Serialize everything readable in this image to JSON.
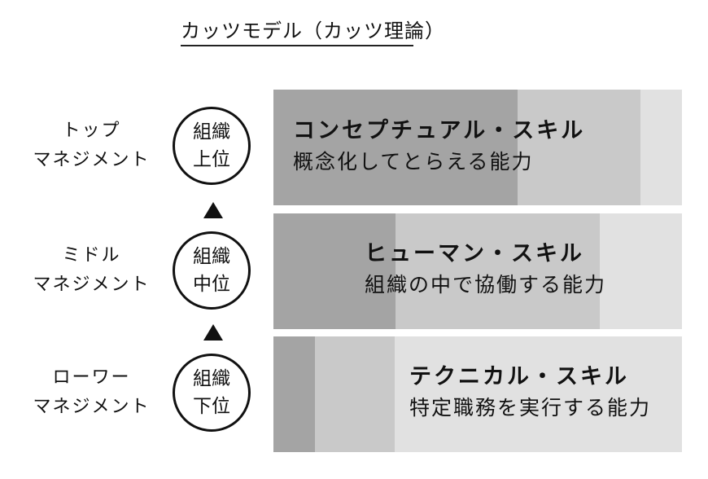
{
  "title": "カッツモデル（カッツ理論）",
  "colors": {
    "high": "#a4a4a4",
    "mid": "#c9c9c9",
    "low": "#e1e1e1"
  },
  "levels": [
    {
      "label_line1": "トップ",
      "label_line2": "マネジメント",
      "circle_line1": "組織",
      "circle_line2": "上位",
      "skill_title": "コンセプチュアル・スキル",
      "skill_desc": "概念化してとらえる能力"
    },
    {
      "label_line1": "ミドル",
      "label_line2": "マネジメント",
      "circle_line1": "組織",
      "circle_line2": "中位",
      "skill_title": "ヒューマン・スキル",
      "skill_desc": "組織の中で協働する能力"
    },
    {
      "label_line1": "ローワー",
      "label_line2": "マネジメント",
      "circle_line1": "組織",
      "circle_line2": "下位",
      "skill_title": "テクニカル・スキル",
      "skill_desc": "特定職務を実行する能力"
    }
  ],
  "arrows": [
    "triangle-up-icon",
    "triangle-up-icon"
  ]
}
